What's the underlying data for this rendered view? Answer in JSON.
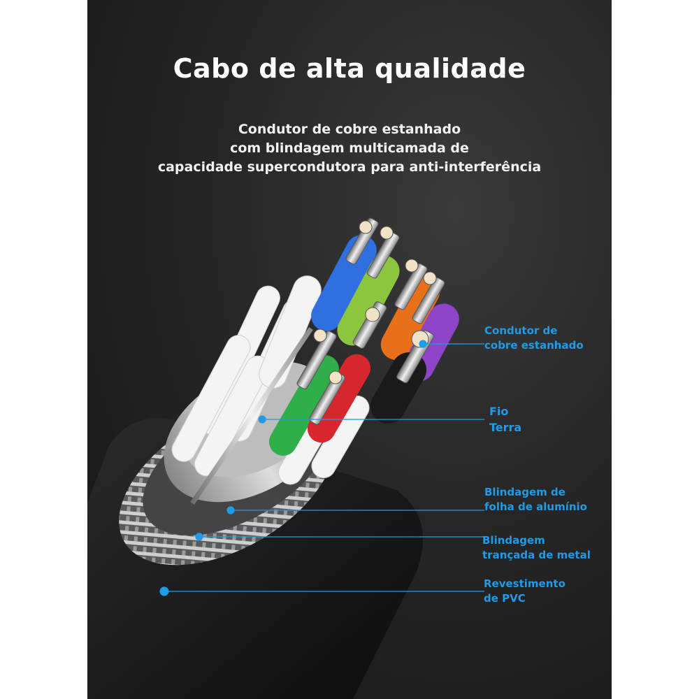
{
  "header": {
    "title": "Cabo de alta qualidade",
    "subtitle_lines": [
      "Condutor de cobre estanhado",
      "com blindagem multicamada de",
      "capacidade supercondutora para anti-interferência"
    ]
  },
  "callouts": [
    {
      "lines": [
        "Condutor de",
        "cobre estanhado"
      ]
    },
    {
      "lines": [
        "Fio",
        "Terra"
      ]
    },
    {
      "lines": [
        "Blindagem de",
        "folha de alumínio"
      ]
    },
    {
      "lines": [
        "Blindagem",
        "trançada de metal"
      ]
    },
    {
      "lines": [
        "Revestimento",
        "de PVC"
      ]
    }
  ],
  "colors": {
    "callout_accent": "#1f9be8",
    "background_dark": "#1e1e1e",
    "title_text": "#ffffff",
    "wire_colors": [
      "#2f6fe0",
      "#8cc63f",
      "#e8701a",
      "#8e44c9",
      "#2fae4a",
      "#d8262f",
      "#1a1a1a",
      "#f2f2f2"
    ]
  }
}
